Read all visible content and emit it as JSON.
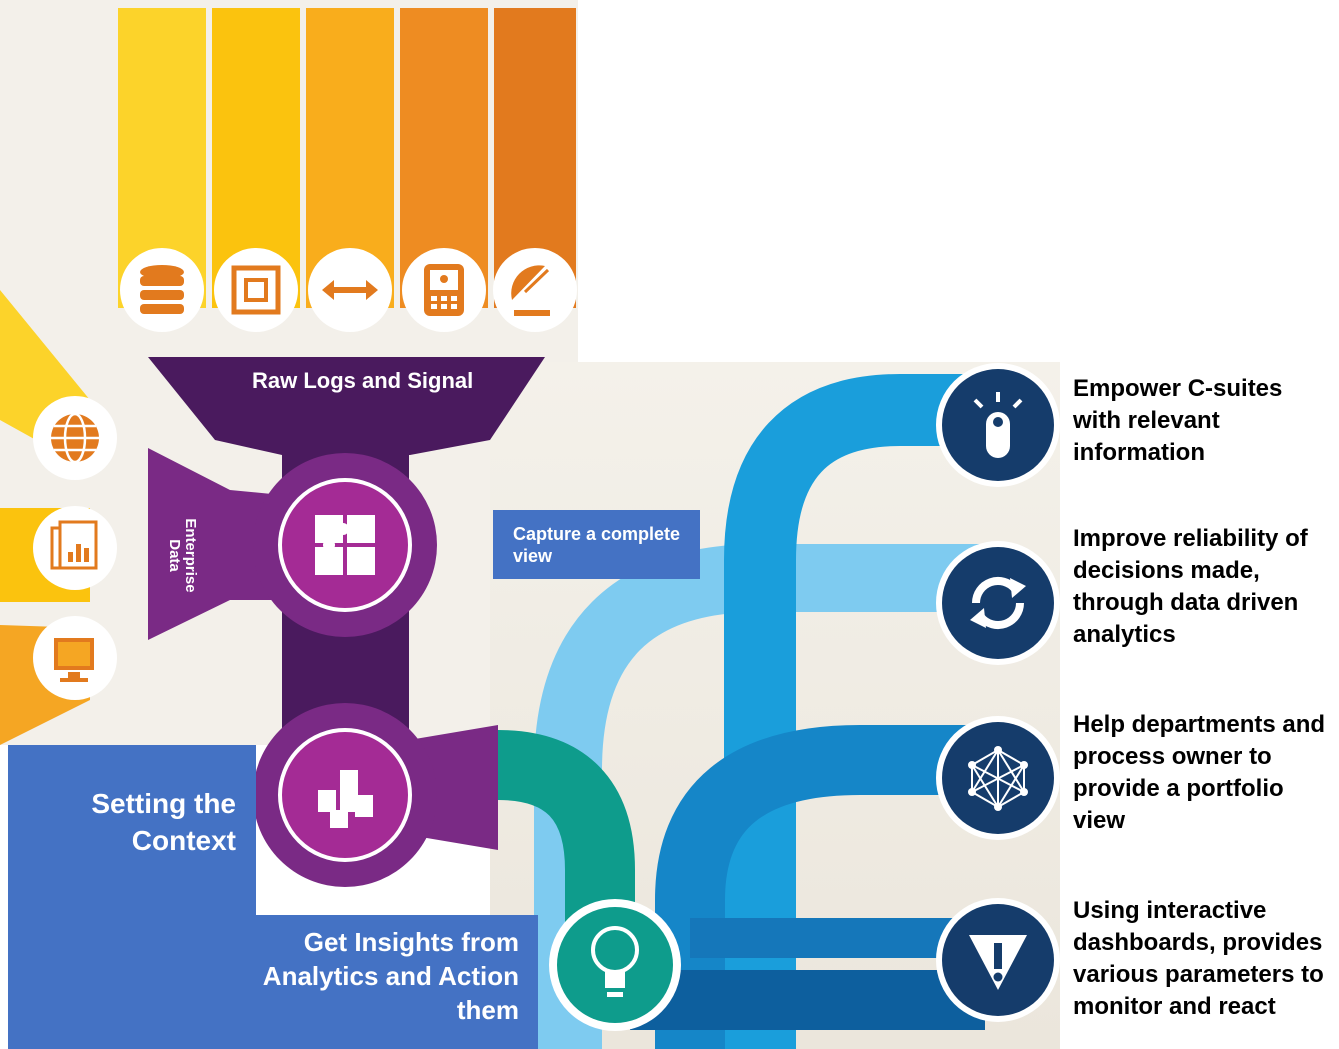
{
  "funnel": {
    "title": "Raw Logs and Signal"
  },
  "side_input": {
    "label": "Enterprise Data"
  },
  "capture": {
    "label": "Capture a complete view"
  },
  "context": {
    "title": "Setting the Context",
    "insights": "Get Insights from Analytics and Action them"
  },
  "source_icons": [
    "database-icon",
    "chip-icon",
    "arrows-exchange-icon",
    "mobile-device-icon",
    "satellite-dish-icon"
  ],
  "side_icons": [
    "globe-icon",
    "folder-chart-icon",
    "monitor-icon"
  ],
  "hub_icons": [
    "puzzle-icon",
    "cubes-icon"
  ],
  "benefits": [
    {
      "icon": "lightbulb-switch-icon",
      "text": "Empower C-suites with relevant information"
    },
    {
      "icon": "refresh-icon",
      "text": "Improve reliability of decisions made, through data driven analytics"
    },
    {
      "icon": "network-icon",
      "text": "Help departments and process owner to provide a portfolio view"
    },
    {
      "icon": "warning-icon",
      "text": "Using interactive dashboards, provides various parameters to monitor and react"
    }
  ],
  "bottom_icon": "lightbulb-icon",
  "colors": {
    "purple_dark": "#4a1a5e",
    "purple_mid": "#7a2a85",
    "magenta": "#a42b95",
    "orange": "#e27a1e",
    "yellow": "#fcc20f",
    "blue_light": "#7ecbf0",
    "blue_mid": "#1a9edb",
    "blue_dark": "#0d5f9e",
    "navy": "#153c6b",
    "teal": "#0e9c8c",
    "box_blue": "#4472c4"
  }
}
